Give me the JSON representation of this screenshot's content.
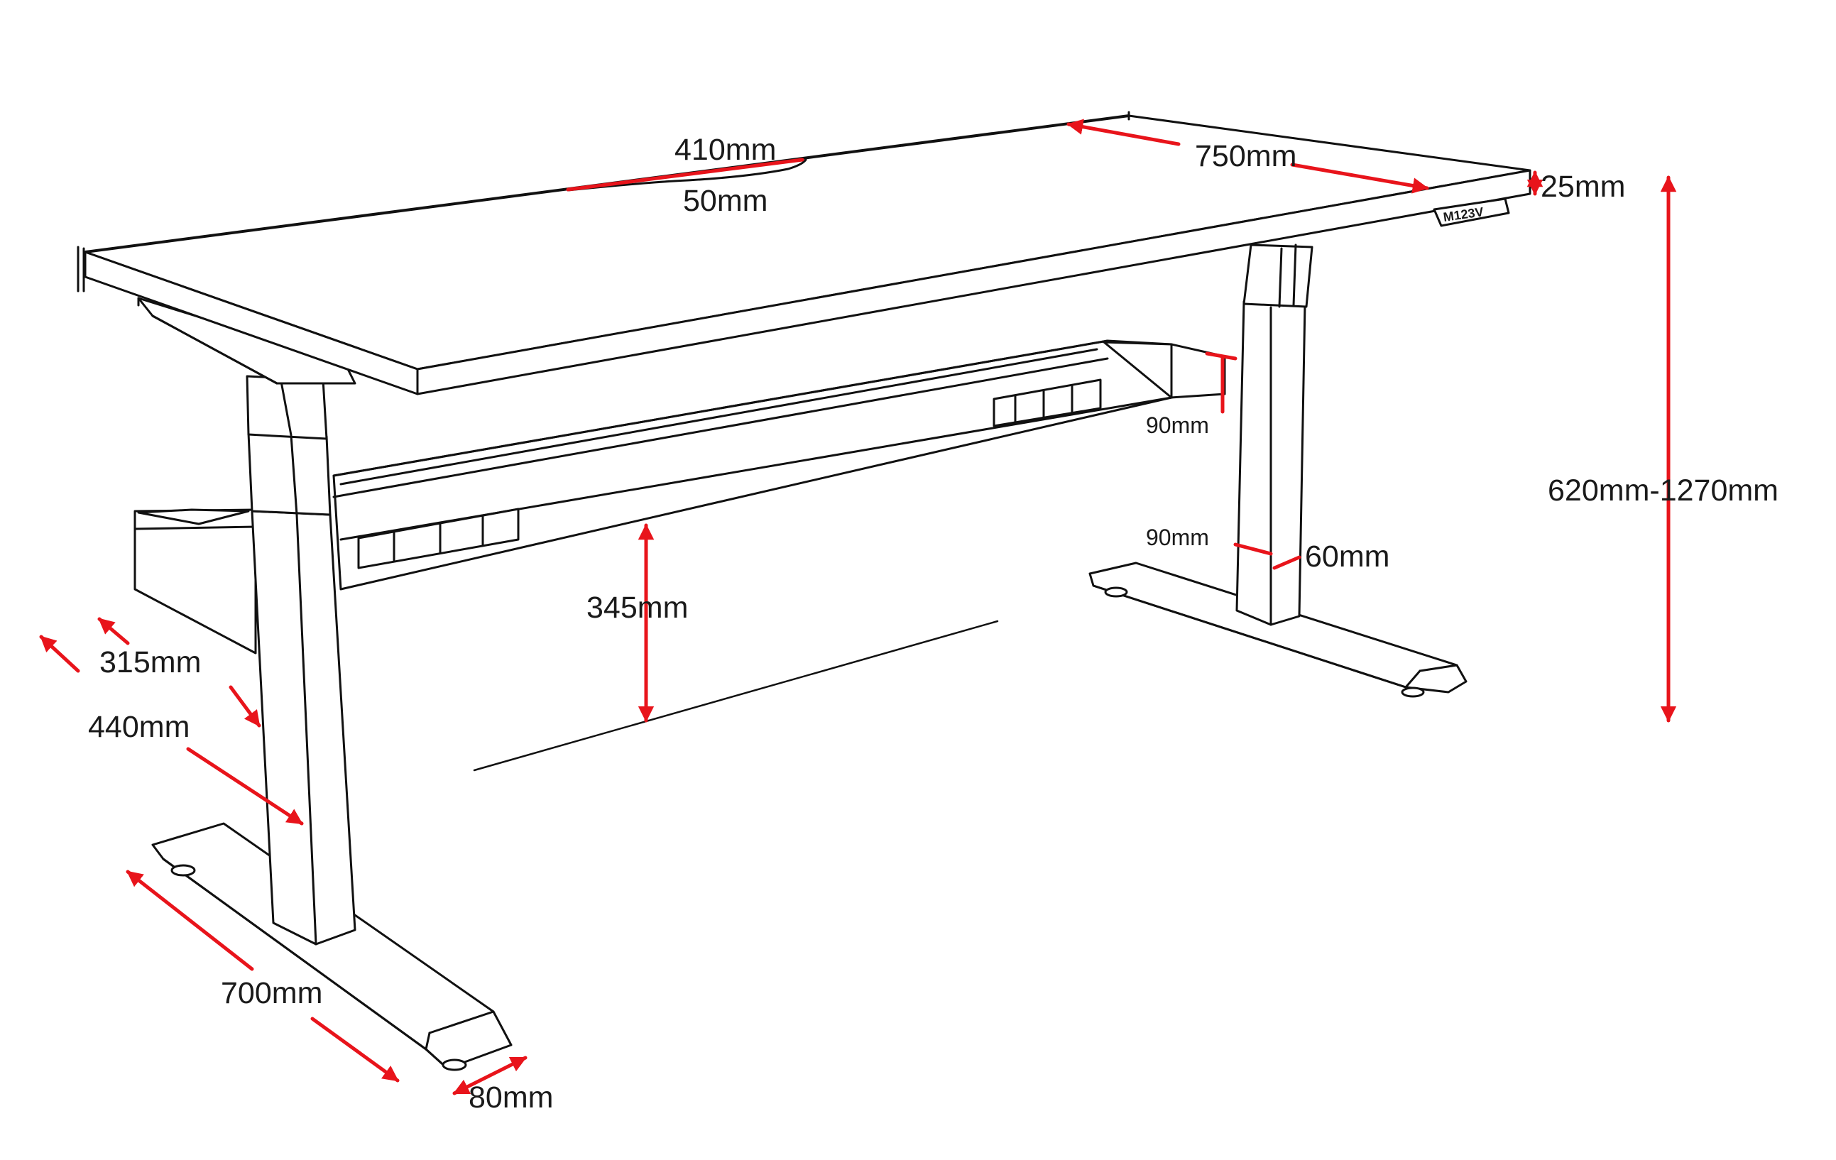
{
  "diagram": {
    "subject": "height adjustable desk",
    "accent_color": "#e8141b",
    "line_color": "#111111",
    "controller_label": "M123V",
    "dimensions": {
      "top_width": "750mm",
      "cutout_length": "410mm",
      "cutout_depth": "50mm",
      "top_thickness": "25mm",
      "height_range": "620mm-1270mm",
      "bracket_height": "90mm",
      "column_depth": "90mm",
      "column_width": "60mm",
      "beam_clearance": "345mm",
      "dim_315": "315mm",
      "dim_440": "440mm",
      "foot_length": "700mm",
      "foot_width": "80mm"
    }
  }
}
